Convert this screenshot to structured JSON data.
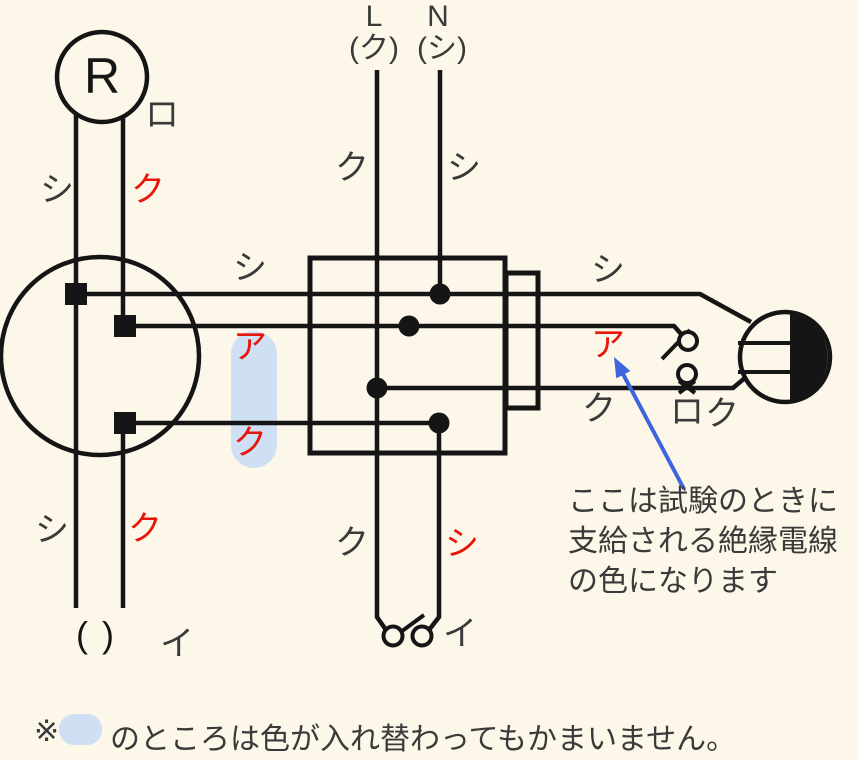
{
  "colors": {
    "bg": "#fcf7e8",
    "line": "#151515",
    "text": "#3a3a3a",
    "red": "#e8150b",
    "pill": "#cfe0f5",
    "arrow": "#3e64de"
  },
  "power": {
    "l": "L",
    "n": "N",
    "l_wire": "(ク)",
    "n_wire": "(シ)"
  },
  "devices": {
    "lamp_receptacle": {
      "symbol": "R",
      "name": "ロ"
    },
    "omitted_lamp": {
      "symbol": "(  )",
      "name": "イ"
    },
    "switch_ro": {
      "name": "ロ"
    },
    "switch_i": {
      "name": "イ"
    }
  },
  "wire_labels": {
    "l_line": "ク",
    "n_line": "シ",
    "r_left": "シ",
    "r_right": "ク",
    "neutral_left": "シ",
    "neutral_right": "シ",
    "pill_top": "ア",
    "pill_bottom": "ク",
    "switch_ro_feed": "ア",
    "hot_left": "ク",
    "hot_right": "ク",
    "switch_i_left": "ク",
    "switch_i_right": "シ",
    "lamp_left": "シ",
    "lamp_right": "ク"
  },
  "annotation": {
    "line1": "ここは試験のときに",
    "line2": "支給される絶縁電線",
    "line3": "の色になります"
  },
  "note": {
    "prefix": "※",
    "text": "のところは色が入れ替わってもかまいません。"
  }
}
